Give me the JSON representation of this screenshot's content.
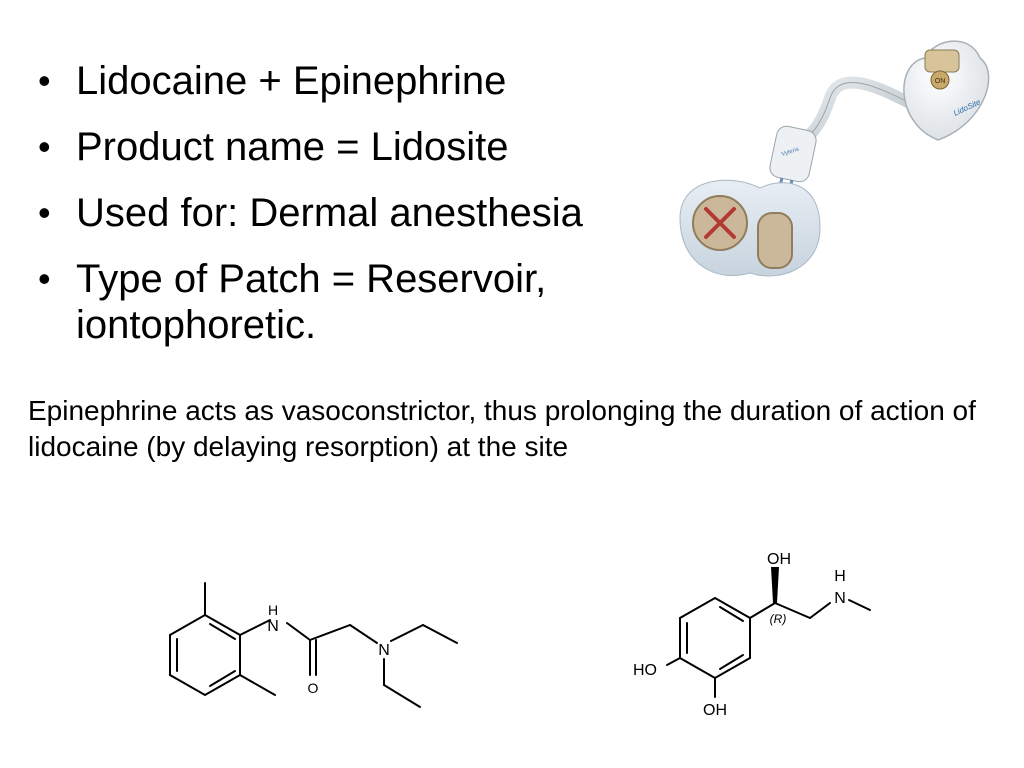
{
  "bullets": [
    "Lidocaine + Epinephrine",
    "Product name = Lidosite",
    "Used for: Dermal anesthesia",
    "Type of Patch = Reservoir, iontophoretic."
  ],
  "bullet_symbol": "•",
  "note": "Epinephrine acts as vasoconstrictor, thus prolonging the duration of action of lidocaine (by delaying resorption) at the site",
  "device": {
    "on_label": "ON",
    "brand": "LidoSite",
    "controller_brand": "Vyteris"
  },
  "lidocaine_structure": {
    "nh_h": "H",
    "nh_n": "N",
    "o": "O",
    "n": "N"
  },
  "epinephrine_structure": {
    "oh_top": "OH",
    "stereo": "(R)",
    "h": "H",
    "n": "N",
    "ho": "HO",
    "oh_bottom": "OH"
  }
}
